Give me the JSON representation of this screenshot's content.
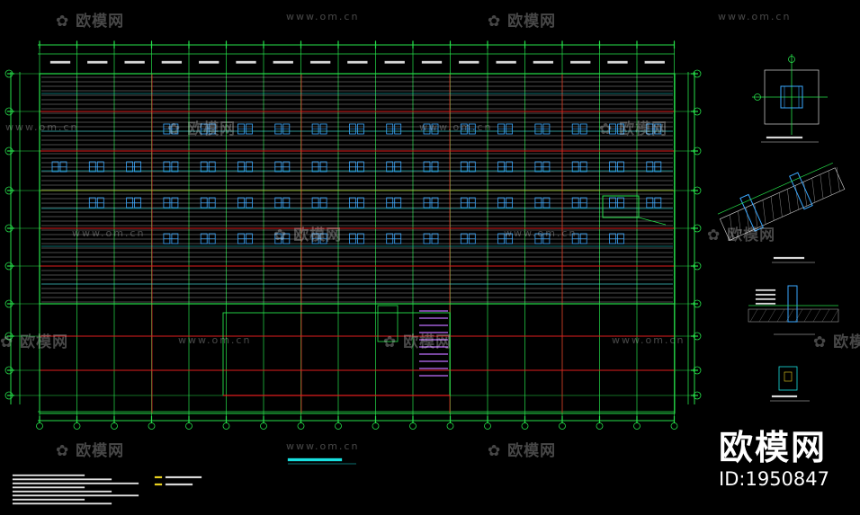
{
  "watermark": {
    "brand_cn": "欧模网",
    "url": "www.om.cn"
  },
  "brand": {
    "name": "欧模网",
    "id": "ID:1950847"
  },
  "colors": {
    "background": "#000000",
    "grid_green": "#26e04a",
    "beam_white": "#d8d8d8",
    "axis_red": "#e01e1e",
    "col_blue": "#3aa8ff",
    "cyan": "#19e0e0",
    "magenta": "#c070ff",
    "yellow": "#e8d020"
  }
}
